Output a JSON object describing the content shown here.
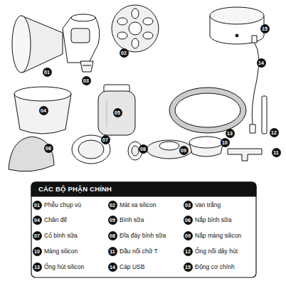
{
  "diagram": {
    "title": "CÁC BỘ PHẬN CHÍNH",
    "labels": [
      "01",
      "02",
      "03",
      "04",
      "05",
      "06",
      "07",
      "08",
      "09",
      "10",
      "11",
      "12",
      "13",
      "14",
      "15",
      "01",
      "Phễu chụp vú",
      "02",
      "Mát xa silicon",
      "03",
      "Van trắng",
      "04",
      "Chân đế",
      "05",
      "Bình sữa",
      "06",
      "Nắp bình sữa",
      "07",
      "Cổ bình sữa",
      "08",
      "Đĩa đáy bình sữa",
      "09",
      "Nắp màng silicon",
      "10",
      "Màng silicon",
      "11",
      "Đầu nối chữ T",
      "12",
      "Ống nối dây hút",
      "13",
      "Ống hút silicon",
      "14",
      "Cáp USB",
      "15",
      "Động cơ chính"
    ]
  }
}
